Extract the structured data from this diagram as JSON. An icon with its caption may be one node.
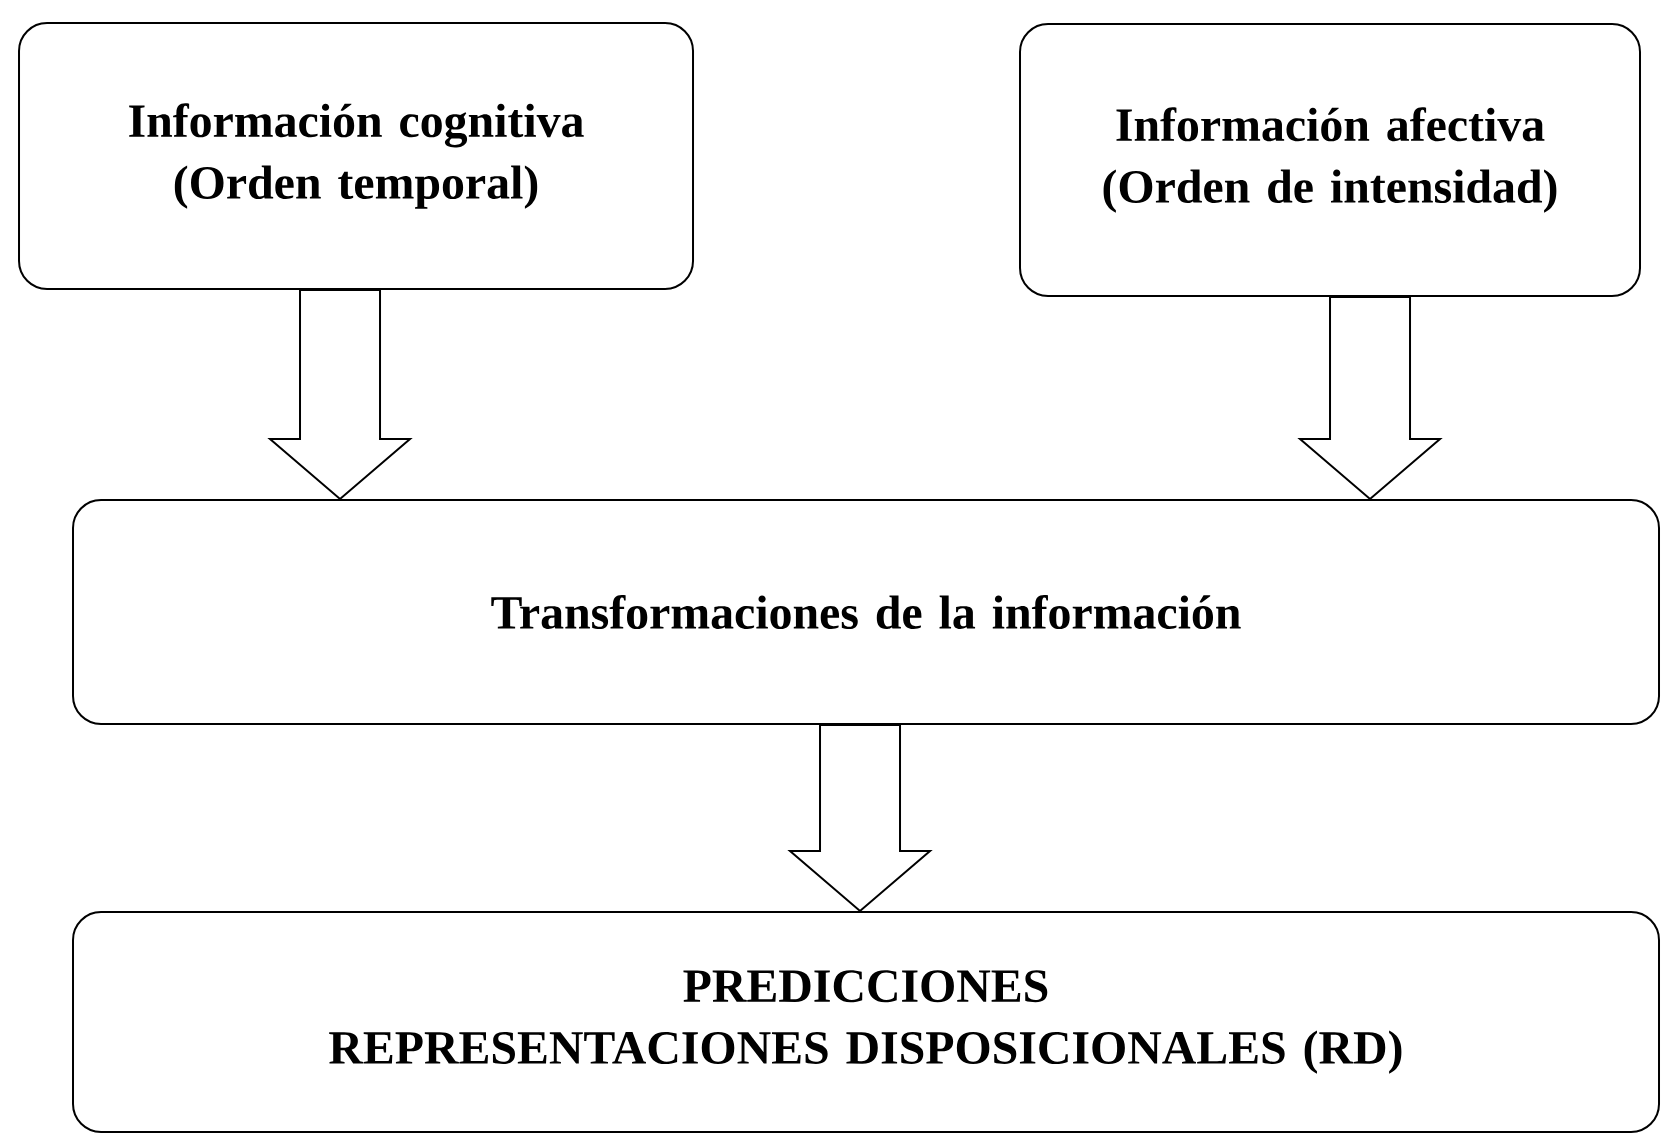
{
  "diagram": {
    "nodes": [
      {
        "text": [
          "Información cognitiva (Orden temporal)"
        ]
      },
      {
        "text": [
          "Información afectiva (Orden de intensidad)"
        ]
      },
      {
        "text": [
          "Transformaciones de la información"
        ]
      },
      {
        "text": [
          "PREDICCIONES",
          "REPRESENTACIONES DISPOSICIONALES (RD)"
        ]
      }
    ],
    "edges": [
      {
        "from": 0,
        "to": 2,
        "arrow": "to"
      },
      {
        "from": 1,
        "to": 2,
        "arrow": "to"
      },
      {
        "from": 2,
        "to": 3,
        "arrow": "to"
      }
    ]
  }
}
